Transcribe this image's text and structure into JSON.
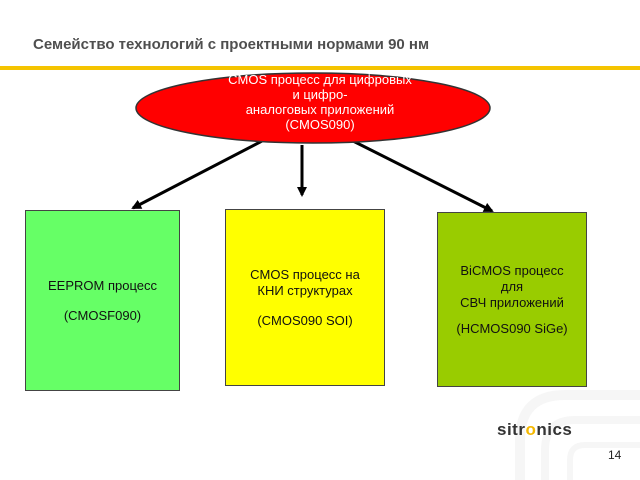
{
  "title": "Семейство технологий с проектными нормами 90 нм",
  "root": {
    "lines": [
      "CMOS процесс для цифровых",
      "и цифро-",
      "аналоговых приложений",
      "(CMOS090)"
    ]
  },
  "boxes": [
    {
      "line1": "EEPROM процесс",
      "line2": "(CMOSF090)"
    },
    {
      "line1": "CMOS процесс на",
      "line2": "КНИ структурах",
      "line3": "(CMOS090 SOI)"
    },
    {
      "line1": "BiCMOS процесс",
      "line2": "для",
      "line3": "СВЧ приложений",
      "line4": "(HCMOS090 SiGe)"
    }
  ],
  "logo": {
    "pre": "sitr",
    "accent": "o",
    "post": "nics"
  },
  "page_number": "14",
  "colors": {
    "rule": "#f5c400",
    "root_fill": "#ff0000",
    "box1": "#66ff66",
    "box2": "#ffff00",
    "box3": "#99cc00",
    "logo_accent": "#f5b800"
  }
}
